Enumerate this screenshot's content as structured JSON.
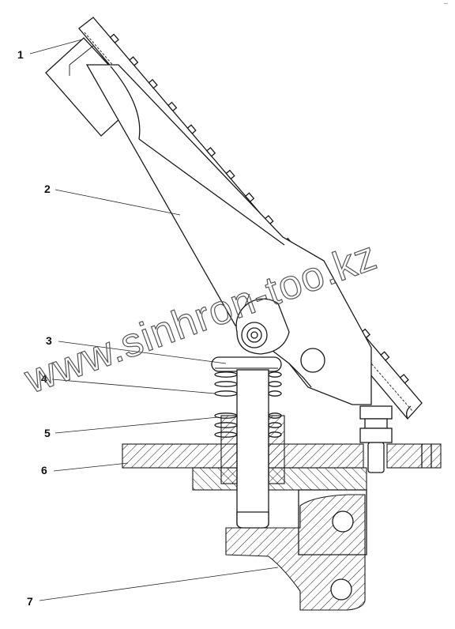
{
  "watermark": {
    "text": "www.sinhron-too.kz"
  },
  "corner_mark": "—",
  "callouts": [
    {
      "id": "1",
      "label": "1"
    },
    {
      "id": "2",
      "label": "2"
    },
    {
      "id": "3",
      "label": "3"
    },
    {
      "id": "4",
      "label": "4"
    },
    {
      "id": "5",
      "label": "5"
    },
    {
      "id": "6",
      "label": "6"
    },
    {
      "id": "7",
      "label": "7"
    }
  ]
}
